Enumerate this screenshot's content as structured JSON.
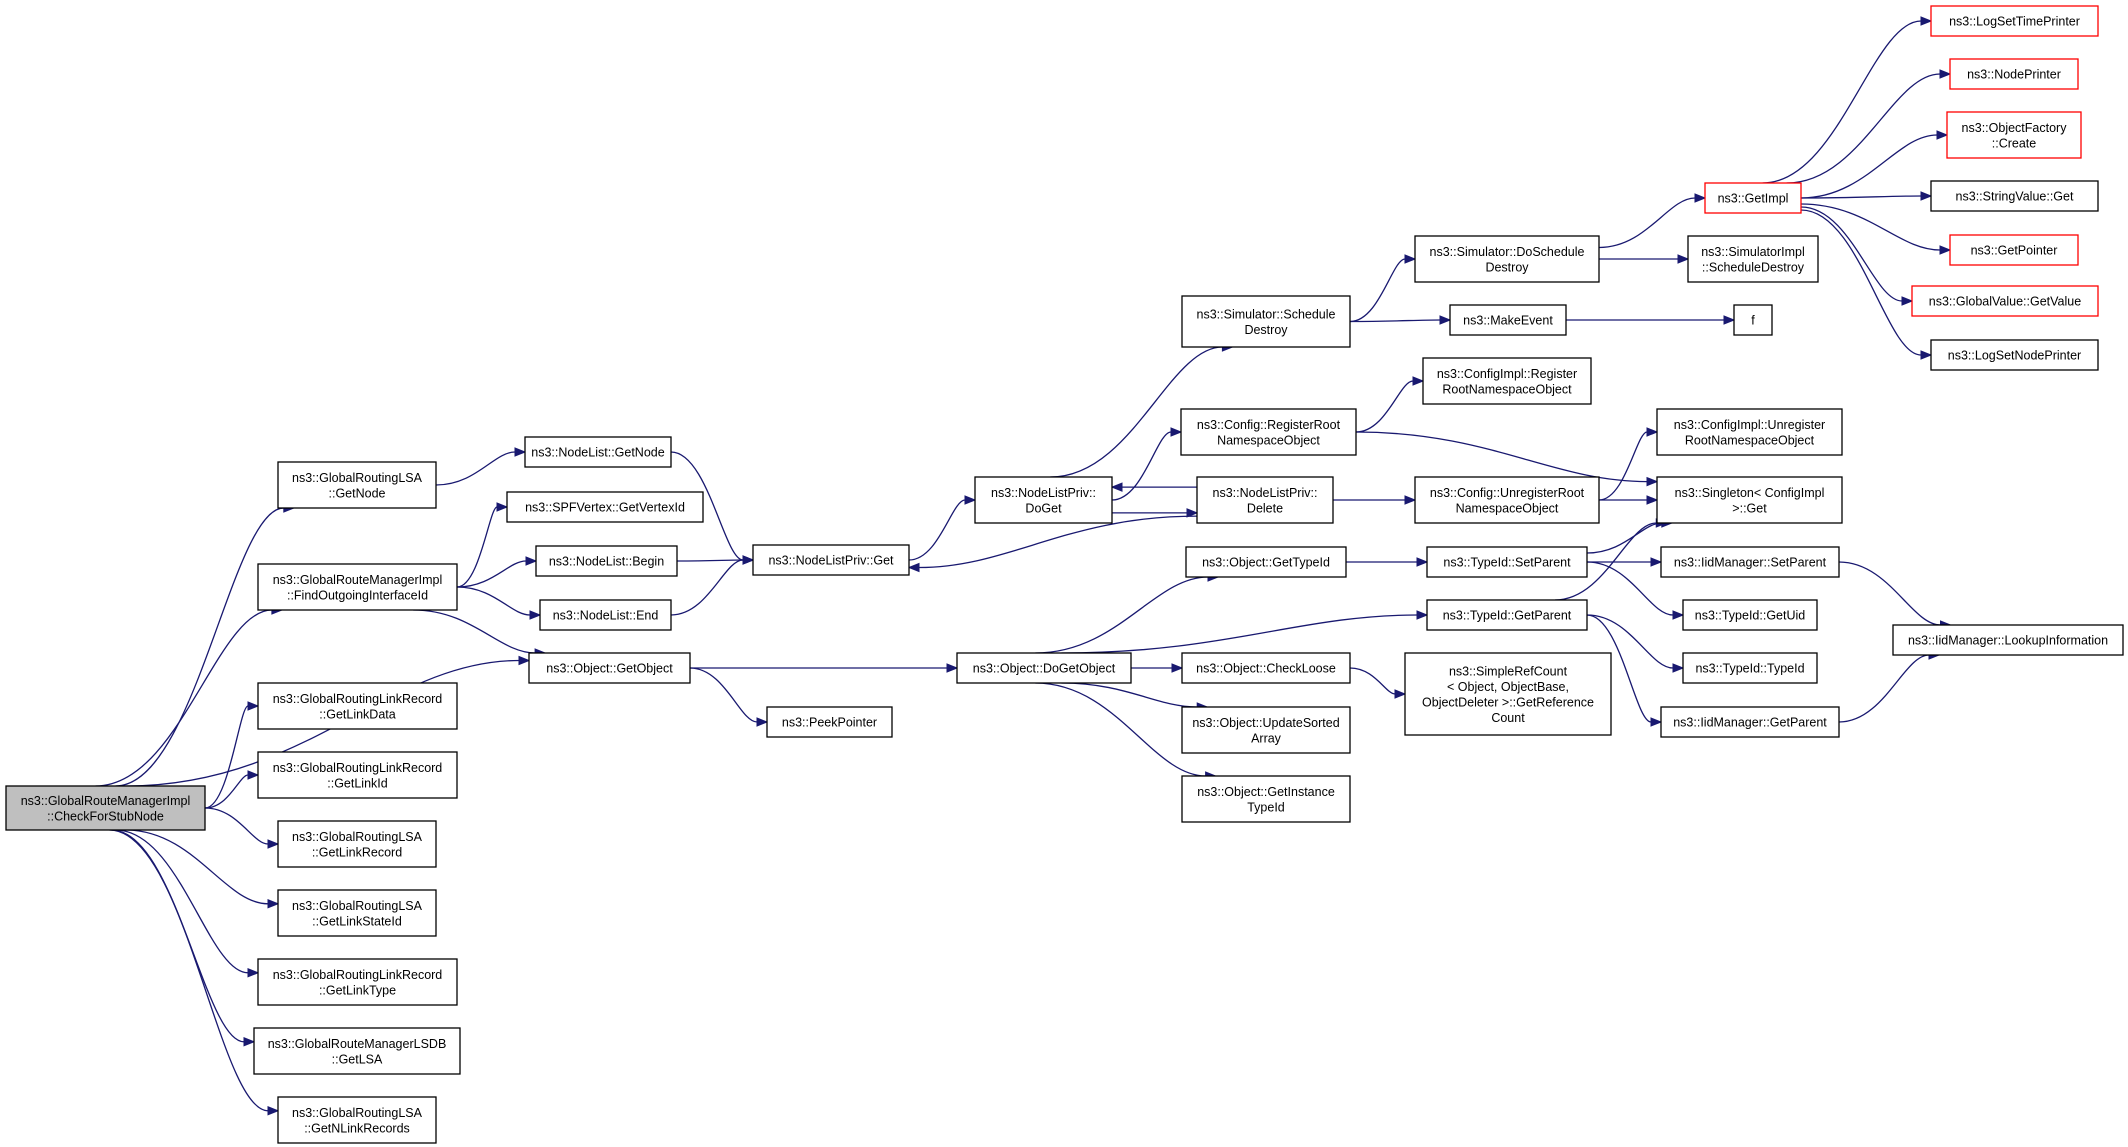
{
  "graph": {
    "nodes": [
      {
        "id": "root",
        "lines": [
          "ns3::GlobalRouteManagerImpl",
          "::CheckForStubNode"
        ],
        "style": "root"
      },
      {
        "id": "lsa_getnode",
        "lines": [
          "ns3::GlobalRoutingLSA",
          "::GetNode"
        ],
        "style": "normal"
      },
      {
        "id": "find_iface",
        "lines": [
          "ns3::GlobalRouteManagerImpl",
          "::FindOutgoingInterfaceId"
        ],
        "style": "normal"
      },
      {
        "id": "getobject",
        "lines": [
          "ns3::Object::GetObject"
        ],
        "style": "normal"
      },
      {
        "id": "getlinkdata",
        "lines": [
          "ns3::GlobalRoutingLinkRecord",
          "::GetLinkData"
        ],
        "style": "normal"
      },
      {
        "id": "getlinkid",
        "lines": [
          "ns3::GlobalRoutingLinkRecord",
          "::GetLinkId"
        ],
        "style": "normal"
      },
      {
        "id": "getlinkrecord",
        "lines": [
          "ns3::GlobalRoutingLSA",
          "::GetLinkRecord"
        ],
        "style": "normal"
      },
      {
        "id": "getlinkstateid",
        "lines": [
          "ns3::GlobalRoutingLSA",
          "::GetLinkStateId"
        ],
        "style": "normal"
      },
      {
        "id": "getlinktype",
        "lines": [
          "ns3::GlobalRoutingLinkRecord",
          "::GetLinkType"
        ],
        "style": "normal"
      },
      {
        "id": "getlsa",
        "lines": [
          "ns3::GlobalRouteManagerLSDB",
          "::GetLSA"
        ],
        "style": "normal"
      },
      {
        "id": "getnlinkrecords",
        "lines": [
          "ns3::GlobalRoutingLSA",
          "::GetNLinkRecords"
        ],
        "style": "normal"
      },
      {
        "id": "nodelist_getnode",
        "lines": [
          "ns3::NodeList::GetNode"
        ],
        "style": "normal"
      },
      {
        "id": "spf_getvertexid",
        "lines": [
          "ns3::SPFVertex::GetVertexId"
        ],
        "style": "normal"
      },
      {
        "id": "nodelist_begin",
        "lines": [
          "ns3::NodeList::Begin"
        ],
        "style": "normal"
      },
      {
        "id": "nodelist_end",
        "lines": [
          "ns3::NodeList::End"
        ],
        "style": "normal"
      },
      {
        "id": "nlp_get",
        "lines": [
          "ns3::NodeListPriv::Get"
        ],
        "style": "normal"
      },
      {
        "id": "peekpointer",
        "lines": [
          "ns3::PeekPointer"
        ],
        "style": "normal"
      },
      {
        "id": "nlp_doget",
        "lines": [
          "ns3::NodeListPriv::",
          "DoGet"
        ],
        "style": "normal"
      },
      {
        "id": "dogetobject",
        "lines": [
          "ns3::Object::DoGetObject"
        ],
        "style": "normal"
      },
      {
        "id": "sim_schedule_destroy",
        "lines": [
          "ns3::Simulator::Schedule",
          "Destroy"
        ],
        "style": "normal"
      },
      {
        "id": "config_register",
        "lines": [
          "ns3::Config::RegisterRoot",
          "NamespaceObject"
        ],
        "style": "normal"
      },
      {
        "id": "nlp_delete",
        "lines": [
          "ns3::NodeListPriv::",
          "Delete"
        ],
        "style": "normal"
      },
      {
        "id": "obj_gettypeid",
        "lines": [
          "ns3::Object::GetTypeId"
        ],
        "style": "normal"
      },
      {
        "id": "checkloose",
        "lines": [
          "ns3::Object::CheckLoose"
        ],
        "style": "normal"
      },
      {
        "id": "updatesorted",
        "lines": [
          "ns3::Object::UpdateSorted",
          "Array"
        ],
        "style": "normal"
      },
      {
        "id": "getinstancetypeid",
        "lines": [
          "ns3::Object::GetInstance",
          "TypeId"
        ],
        "style": "normal"
      },
      {
        "id": "sim_doschedule",
        "lines": [
          "ns3::Simulator::DoSchedule",
          "Destroy"
        ],
        "style": "normal"
      },
      {
        "id": "makeevent",
        "lines": [
          "ns3::MakeEvent"
        ],
        "style": "normal"
      },
      {
        "id": "configimpl_register",
        "lines": [
          "ns3::ConfigImpl::Register",
          "RootNamespaceObject"
        ],
        "style": "normal"
      },
      {
        "id": "config_unregister",
        "lines": [
          "ns3::Config::UnregisterRoot",
          "NamespaceObject"
        ],
        "style": "normal"
      },
      {
        "id": "typeid_setparent",
        "lines": [
          "ns3::TypeId::SetParent"
        ],
        "style": "normal"
      },
      {
        "id": "typeid_getparent",
        "lines": [
          "ns3::TypeId::GetParent"
        ],
        "style": "normal"
      },
      {
        "id": "simplerefcount",
        "lines": [
          "ns3::SimpleRefCount",
          "< Object, ObjectBase,",
          "ObjectDeleter >::GetReference",
          "Count"
        ],
        "style": "normal"
      },
      {
        "id": "getimpl",
        "lines": [
          "ns3::GetImpl"
        ],
        "style": "trunc"
      },
      {
        "id": "simimpl_scheduledestroy",
        "lines": [
          "ns3::SimulatorImpl",
          "::ScheduleDestroy"
        ],
        "style": "normal"
      },
      {
        "id": "f",
        "lines": [
          "f"
        ],
        "style": "normal"
      },
      {
        "id": "configimpl_unregister",
        "lines": [
          "ns3::ConfigImpl::Unregister",
          "RootNamespaceObject"
        ],
        "style": "normal"
      },
      {
        "id": "singleton_get",
        "lines": [
          "ns3::Singleton< ConfigImpl",
          " >::Get"
        ],
        "style": "normal"
      },
      {
        "id": "iid_setparent",
        "lines": [
          "ns3::IidManager::SetParent"
        ],
        "style": "normal"
      },
      {
        "id": "typeid_getuid",
        "lines": [
          "ns3::TypeId::GetUid"
        ],
        "style": "normal"
      },
      {
        "id": "typeid_typeid",
        "lines": [
          "ns3::TypeId::TypeId"
        ],
        "style": "normal"
      },
      {
        "id": "iid_getparent",
        "lines": [
          "ns3::IidManager::GetParent"
        ],
        "style": "normal"
      },
      {
        "id": "logsettimeprinter",
        "lines": [
          "ns3::LogSetTimePrinter"
        ],
        "style": "trunc"
      },
      {
        "id": "nodeprinter",
        "lines": [
          "ns3::NodePrinter"
        ],
        "style": "trunc"
      },
      {
        "id": "objectfactory_create",
        "lines": [
          "ns3::ObjectFactory",
          "::Create"
        ],
        "style": "trunc"
      },
      {
        "id": "stringvalue_get",
        "lines": [
          "ns3::StringValue::Get"
        ],
        "style": "normal"
      },
      {
        "id": "getpointer",
        "lines": [
          "ns3::GetPointer"
        ],
        "style": "trunc"
      },
      {
        "id": "globalvalue_getvalue",
        "lines": [
          "ns3::GlobalValue::GetValue"
        ],
        "style": "trunc"
      },
      {
        "id": "logsetnodeprinter",
        "lines": [
          "ns3::LogSetNodePrinter"
        ],
        "style": "normal"
      },
      {
        "id": "iid_lookup",
        "lines": [
          "ns3::IidManager::LookupInformation"
        ],
        "style": "normal"
      }
    ],
    "edges": [
      [
        "root",
        "lsa_getnode"
      ],
      [
        "root",
        "find_iface"
      ],
      [
        "root",
        "getobject"
      ],
      [
        "root",
        "getlinkdata"
      ],
      [
        "root",
        "getlinkid"
      ],
      [
        "root",
        "getlinkrecord"
      ],
      [
        "root",
        "getlinkstateid"
      ],
      [
        "root",
        "getlinktype"
      ],
      [
        "root",
        "getlsa"
      ],
      [
        "root",
        "getnlinkrecords"
      ],
      [
        "lsa_getnode",
        "nodelist_getnode"
      ],
      [
        "nodelist_getnode",
        "nlp_get"
      ],
      [
        "find_iface",
        "spf_getvertexid"
      ],
      [
        "find_iface",
        "nodelist_begin"
      ],
      [
        "find_iface",
        "nodelist_end"
      ],
      [
        "find_iface",
        "getobject"
      ],
      [
        "nodelist_begin",
        "nlp_get"
      ],
      [
        "nodelist_end",
        "nlp_get"
      ],
      [
        "nlp_get",
        "nlp_doget"
      ],
      [
        "getobject",
        "dogetobject"
      ],
      [
        "getobject",
        "peekpointer"
      ],
      [
        "nlp_doget",
        "sim_schedule_destroy"
      ],
      [
        "nlp_doget",
        "config_register"
      ],
      [
        "nlp_doget",
        "nlp_delete"
      ],
      [
        "nlp_delete",
        "nlp_doget"
      ],
      [
        "nlp_delete",
        "nlp_get"
      ],
      [
        "nlp_delete",
        "config_unregister"
      ],
      [
        "sim_schedule_destroy",
        "sim_doschedule"
      ],
      [
        "sim_schedule_destroy",
        "makeevent"
      ],
      [
        "sim_doschedule",
        "getimpl"
      ],
      [
        "sim_doschedule",
        "simimpl_scheduledestroy"
      ],
      [
        "makeevent",
        "f"
      ],
      [
        "config_register",
        "configimpl_register"
      ],
      [
        "config_register",
        "singleton_get"
      ],
      [
        "config_unregister",
        "configimpl_unregister"
      ],
      [
        "config_unregister",
        "singleton_get"
      ],
      [
        "dogetobject",
        "obj_gettypeid"
      ],
      [
        "dogetobject",
        "typeid_getparent"
      ],
      [
        "dogetobject",
        "checkloose"
      ],
      [
        "dogetobject",
        "updatesorted"
      ],
      [
        "dogetobject",
        "getinstancetypeid"
      ],
      [
        "obj_gettypeid",
        "typeid_setparent"
      ],
      [
        "checkloose",
        "simplerefcount"
      ],
      [
        "typeid_setparent",
        "singleton_get"
      ],
      [
        "typeid_setparent",
        "iid_setparent"
      ],
      [
        "typeid_setparent",
        "typeid_getuid"
      ],
      [
        "typeid_getparent",
        "singleton_get"
      ],
      [
        "typeid_getparent",
        "typeid_typeid"
      ],
      [
        "typeid_getparent",
        "iid_getparent"
      ],
      [
        "iid_setparent",
        "iid_lookup"
      ],
      [
        "iid_getparent",
        "iid_lookup"
      ],
      [
        "getimpl",
        "logsettimeprinter"
      ],
      [
        "getimpl",
        "nodeprinter"
      ],
      [
        "getimpl",
        "objectfactory_create"
      ],
      [
        "getimpl",
        "stringvalue_get"
      ],
      [
        "getimpl",
        "getpointer"
      ],
      [
        "getimpl",
        "globalvalue_getvalue"
      ],
      [
        "getimpl",
        "logsetnodeprinter"
      ]
    ]
  },
  "colors": {
    "edge": "#191970",
    "node_border": "#000000",
    "root_fill": "#bfbfbf",
    "truncated_border": "#ff0000"
  }
}
